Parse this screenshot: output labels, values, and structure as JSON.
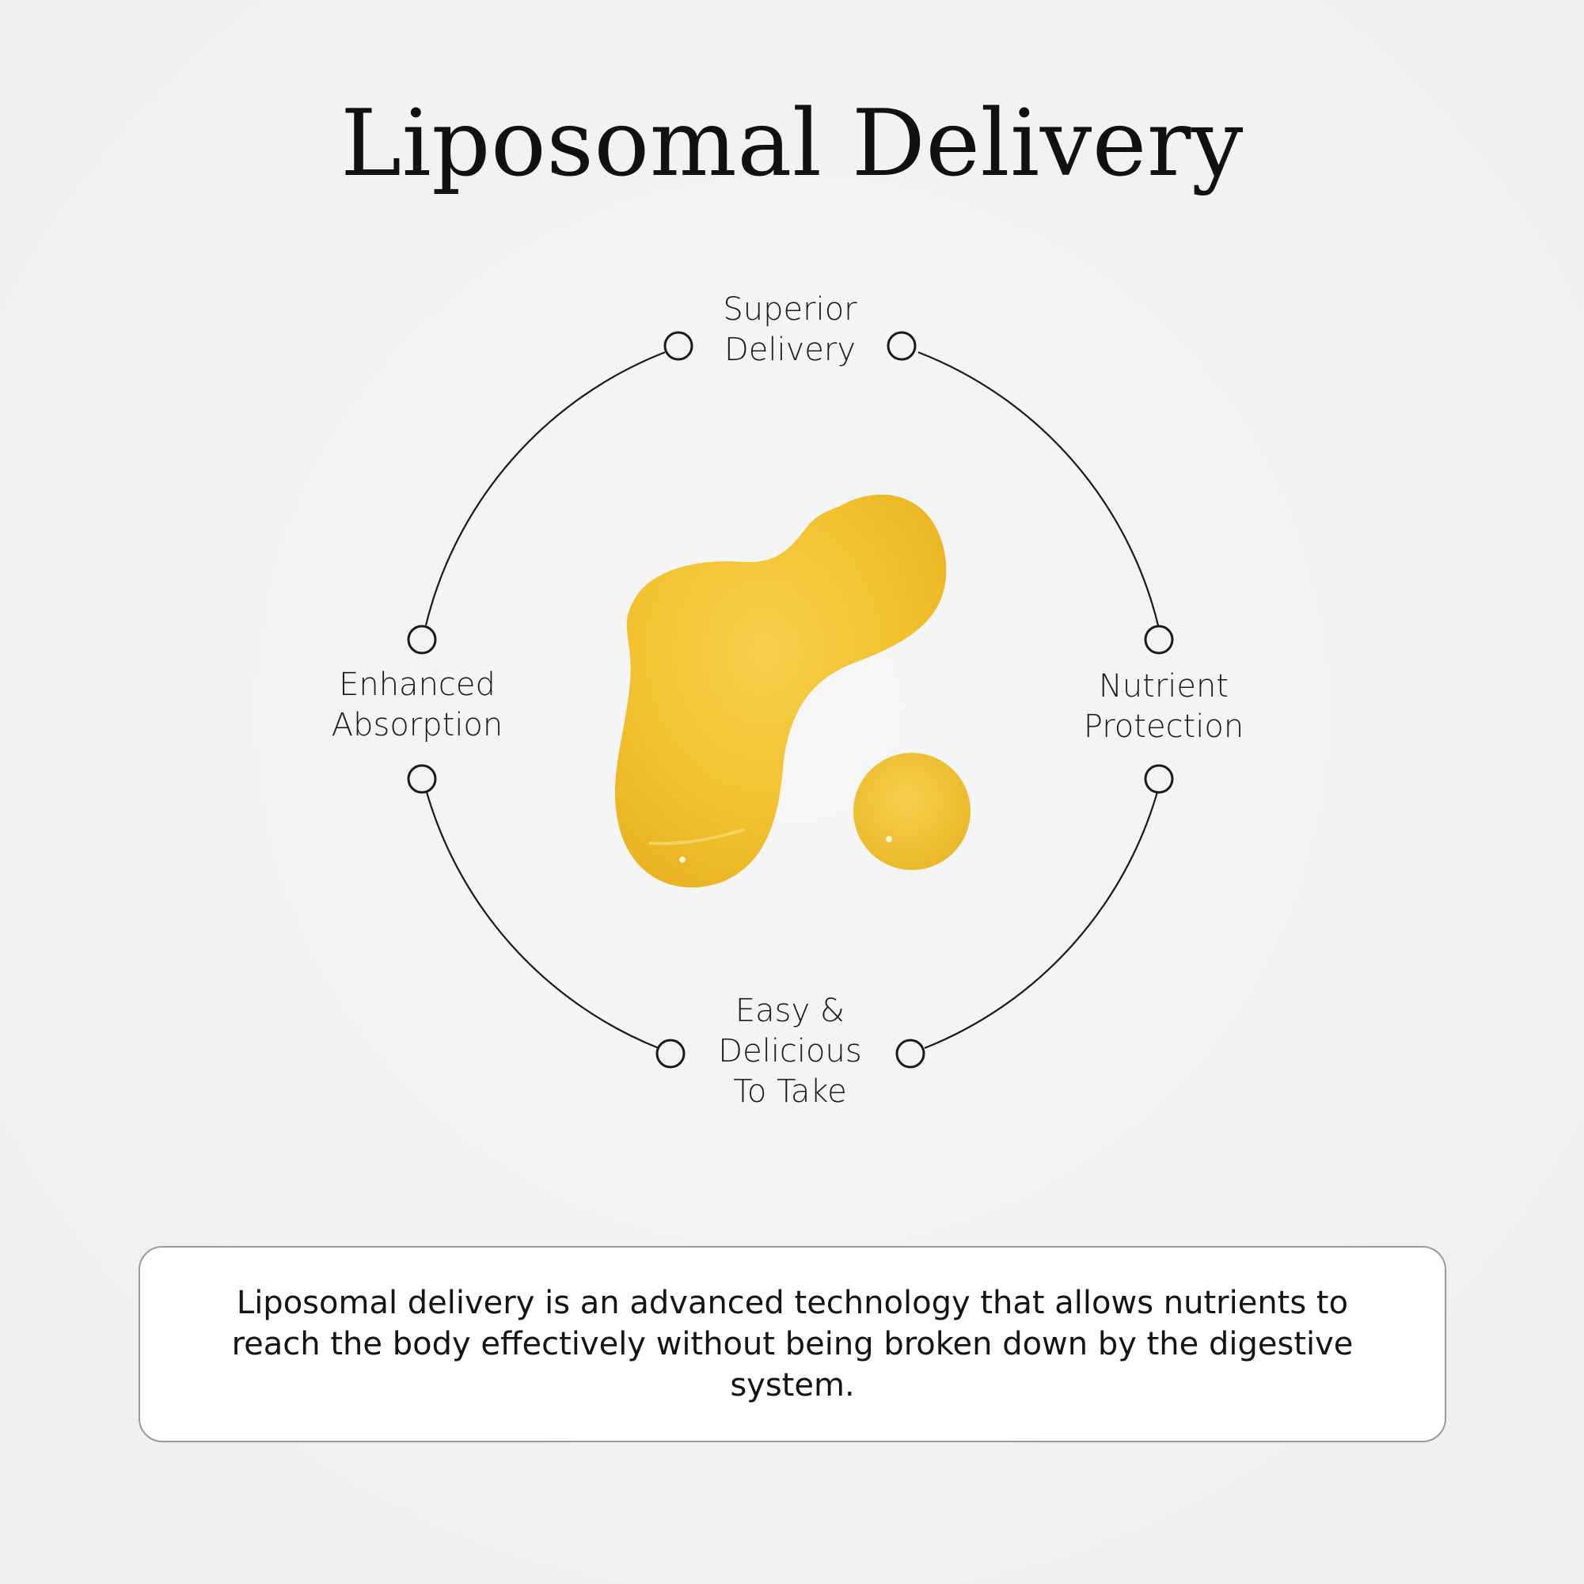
{
  "title": "Liposomal Delivery",
  "benefits": {
    "top": "Superior\nDelivery",
    "left": "Enhanced\nAbsorption",
    "right": "Nutrient\nProtection",
    "bottom": "Easy &\nDelicious\nTo Take"
  },
  "description": "Liposomal delivery is an advanced technology that allows nutrients to reach the body effectively without being broken down by the digestive system.",
  "colors": {
    "liposome": "#f2c12e",
    "line": "#1a1a1a",
    "background": "#f3f3f3"
  }
}
